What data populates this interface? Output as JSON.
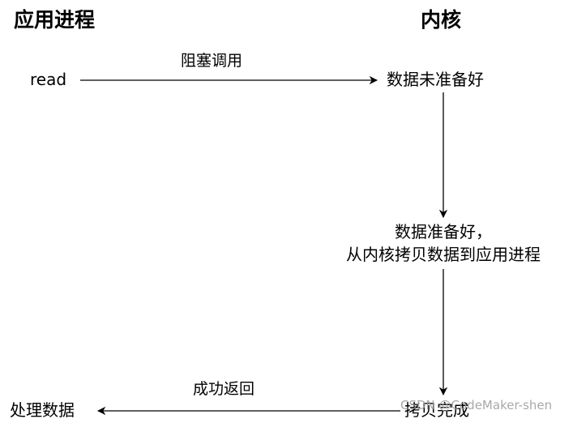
{
  "headers": {
    "left": "应用进程",
    "right": "内核"
  },
  "nodes": {
    "read": "read",
    "not_ready": "数据未准备好",
    "ready_line1": "数据准备好，",
    "ready_line2": "从内核拷贝数据到应用进程",
    "copy_done": "拷贝完成",
    "process": "处理数据"
  },
  "edges": {
    "blocking_call": "阻塞调用",
    "success_return": "成功返回"
  },
  "watermark": "CSDN @CodeMaker-shen",
  "colors": {
    "stroke": "#000000",
    "text": "#000000",
    "watermark": "#9a9a9a"
  }
}
